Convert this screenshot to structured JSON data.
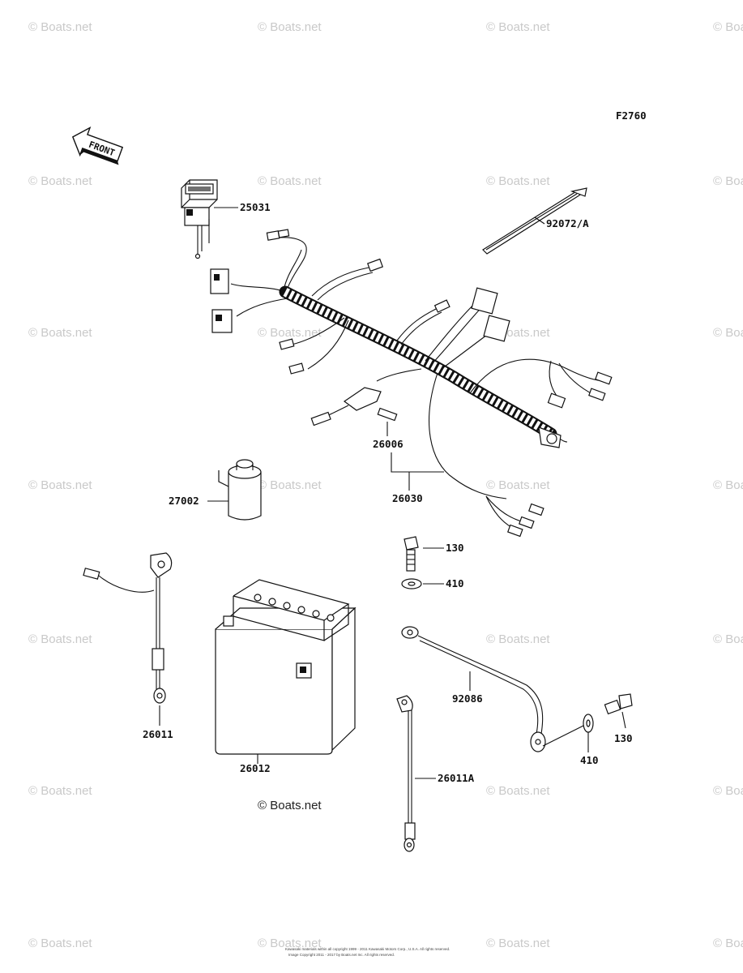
{
  "figure_code": "F2760",
  "front_label": "FRONT",
  "parts": {
    "meter": "25031",
    "band": "92072/A",
    "harness": "26030",
    "fuse": "26006",
    "relay": "27002",
    "lead": "26011",
    "battery": "26012",
    "bolt_upper": "130",
    "washer_upper": "410",
    "ground_cable": "92086",
    "bolt_lower": "130",
    "washer_lower": "410",
    "lead_a": "26011A"
  },
  "watermark_text": "© Boats.net",
  "center_watermark": "© Boats.net",
  "copyright_line1": "Kawasaki materials within all copyright 1999 - 2011 Kawasaki Motors Corp., U.S.A. All rights reserved.",
  "copyright_line2": "Image Copyright 2011 - 2017 by Boats.net Inc. All rights reserved."
}
